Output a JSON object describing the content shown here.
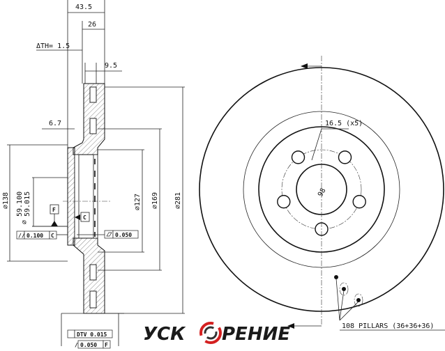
{
  "section_view": {
    "dim_overall_width": "43.5",
    "dim_width": "26",
    "dim_thickness_variation": "ΔTH= 1.5",
    "dim_rib": "9.5",
    "dim_hat_offset": "6.7",
    "dim_d138": "⌀138",
    "dim_bore_max": "59.100",
    "dim_bore_min": "59.015",
    "dim_bore_prefix": "⌀",
    "dim_d127": "⌀127",
    "dim_d169": "⌀169",
    "dim_d281": "⌀281",
    "datum_f": "F",
    "datum_c": "C",
    "parallelism_tolerance": "0.100",
    "parallelism_datum": "C",
    "flatness_tolerance": "0.050",
    "dtv_label": "DTV 0.015",
    "runout_tolerance": "0.050",
    "runout_datum": "F"
  },
  "front_view": {
    "bolt_holes_label": "16.5 (x5)",
    "pcd_label": "98",
    "pillars_label": "108 PILLARS (36+36+36)",
    "bolt_hole_count": 5
  },
  "logo": {
    "left": "УСК",
    "right": "РЕНИЕ",
    "accent_color": "#d42020"
  }
}
